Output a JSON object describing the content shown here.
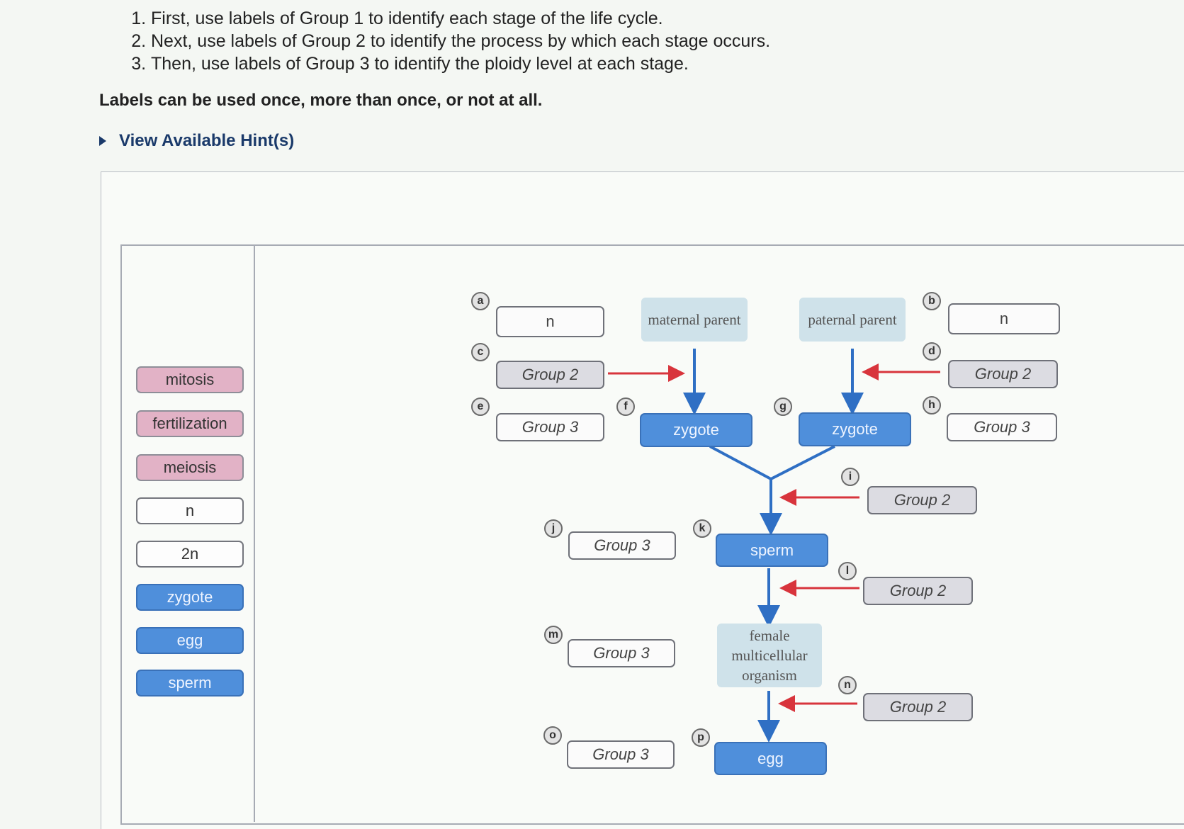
{
  "instructions": {
    "step1": "First, use labels of Group 1 to identify each stage of the life cycle.",
    "step2": "Next, use labels of Group 2 to identify the process by which each stage occurs.",
    "step3": "Then, use labels of Group 3 to identify the ploidy level at each stage."
  },
  "note": "Labels can be used once, more than once, or not at all.",
  "hint_label": "View Available Hint(s)",
  "label_bank": [
    "mitosis",
    "fertilization",
    "meiosis",
    "n",
    "2n",
    "zygote",
    "egg",
    "sperm"
  ],
  "stages": {
    "maternal_parent": "maternal parent",
    "paternal_parent": "paternal parent",
    "zygote_left": "zygote",
    "zygote_right": "zygote",
    "sperm": "sperm",
    "female_organism": "female multicellular organism",
    "egg": "egg"
  },
  "targets": {
    "a": {
      "letter": "a",
      "value": "n"
    },
    "b": {
      "letter": "b",
      "value": "n"
    },
    "c": {
      "letter": "c",
      "value": "Group 2"
    },
    "d": {
      "letter": "d",
      "value": "Group 2"
    },
    "e": {
      "letter": "e",
      "value": "Group 3"
    },
    "f": {
      "letter": "f"
    },
    "g": {
      "letter": "g"
    },
    "h": {
      "letter": "h",
      "value": "Group 3"
    },
    "i": {
      "letter": "i",
      "value": "Group 2"
    },
    "j": {
      "letter": "j",
      "value": "Group 3"
    },
    "k": {
      "letter": "k"
    },
    "l": {
      "letter": "l",
      "value": "Group 2"
    },
    "m": {
      "letter": "m",
      "value": "Group 3"
    },
    "n": {
      "letter": "n",
      "value": "Group 2"
    },
    "o": {
      "letter": "o",
      "value": "Group 3"
    },
    "p": {
      "letter": "p"
    }
  },
  "colors": {
    "process_arrow": "#d8343c",
    "flow_arrow": "#2f6fc4",
    "group1": "#4f8fdb",
    "group2": "#e2b2c6"
  }
}
